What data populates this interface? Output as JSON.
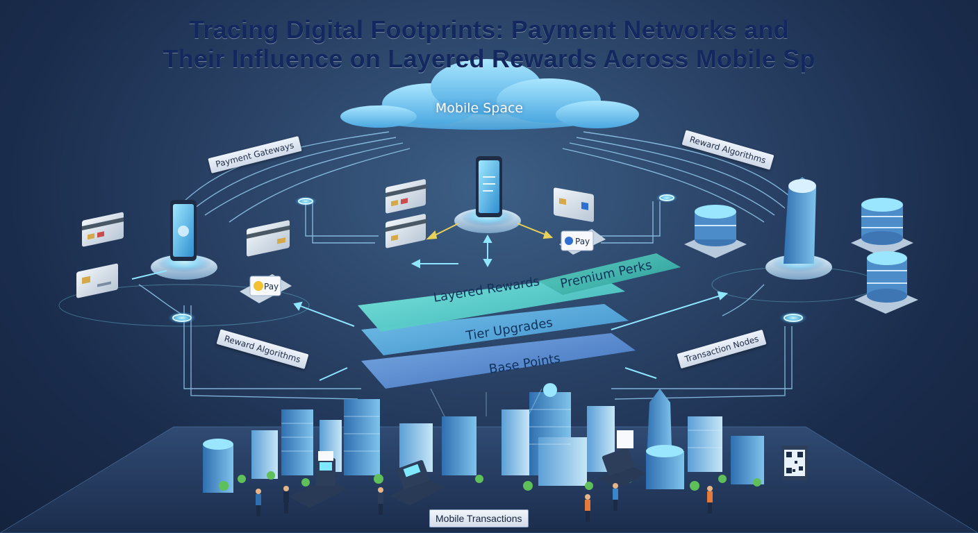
{
  "title": {
    "line1": "Tracing Digital Footprints: Payment Networks and",
    "line2": "Their Influence on Layered Rewards Across Mobile Sp"
  },
  "cloud": {
    "label": "Mobile Space"
  },
  "tags": {
    "payment_gateways": "Payment Gateways",
    "reward_algorithms_top": "Reward Algorithms",
    "reward_algorithms_left": "Reward Algorithms",
    "transaction_nodes": "Transaction Nodes",
    "mobile_transactions": "Mobile Transactions"
  },
  "layers": {
    "layered_rewards": "Layered Rewards",
    "premium_perks": "Premium Perks",
    "tier_upgrades": "Tier Upgrades",
    "base_points": "Base Points"
  },
  "pay_labels": {
    "left": "Pay",
    "right": "Pay"
  },
  "colors": {
    "title": "#13285e",
    "glow": "#7fe8ff",
    "layer_top": "#4fd3c8",
    "layer_mid": "#4aa9d6",
    "layer_bottom": "#4a82c8",
    "circuit": "#9fdcff"
  }
}
